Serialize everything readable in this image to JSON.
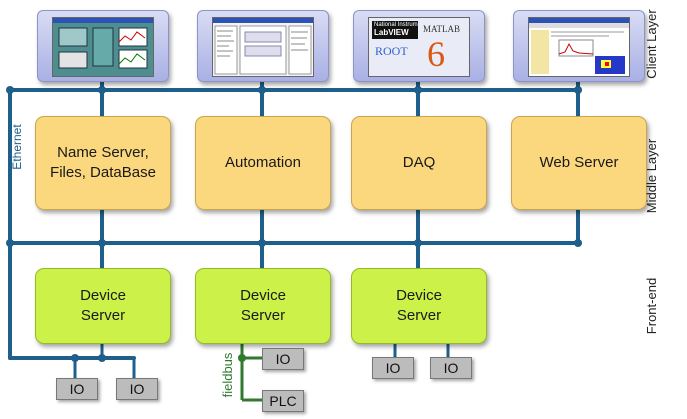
{
  "layers": {
    "client": "Client Layer",
    "middle": "Middle Layer",
    "frontend": "Front-end"
  },
  "network": {
    "ethernet": "Ethernet",
    "fieldbus": "fieldbus"
  },
  "middle_boxes": {
    "name_server": "Name Server,\nFiles, DataBase",
    "automation": "Automation",
    "daq": "DAQ",
    "web_server": "Web Server"
  },
  "device_boxes": {
    "d1": "Device\nServer",
    "d2": "Device\nServer",
    "d3": "Device\nServer"
  },
  "io_boxes": {
    "io1": "IO",
    "io2": "IO",
    "io3": "IO",
    "io4": "IO",
    "io5": "IO",
    "plc": "PLC"
  },
  "screen_text": {
    "root": "ROOT",
    "matlab": "MATLAB",
    "labview": "LabVIEW",
    "national_instruments": "National Instruments",
    "matlab_version": "6"
  },
  "colors": {
    "bus": "#1f5f8b",
    "middle_box": "#fbd77e",
    "device_box": "#ccf249",
    "io_box": "#bcbcbc",
    "monitor": "#a9b0e4",
    "ethernet_label": "#1f5f8b",
    "fieldbus_label": "#2f7a2f"
  }
}
